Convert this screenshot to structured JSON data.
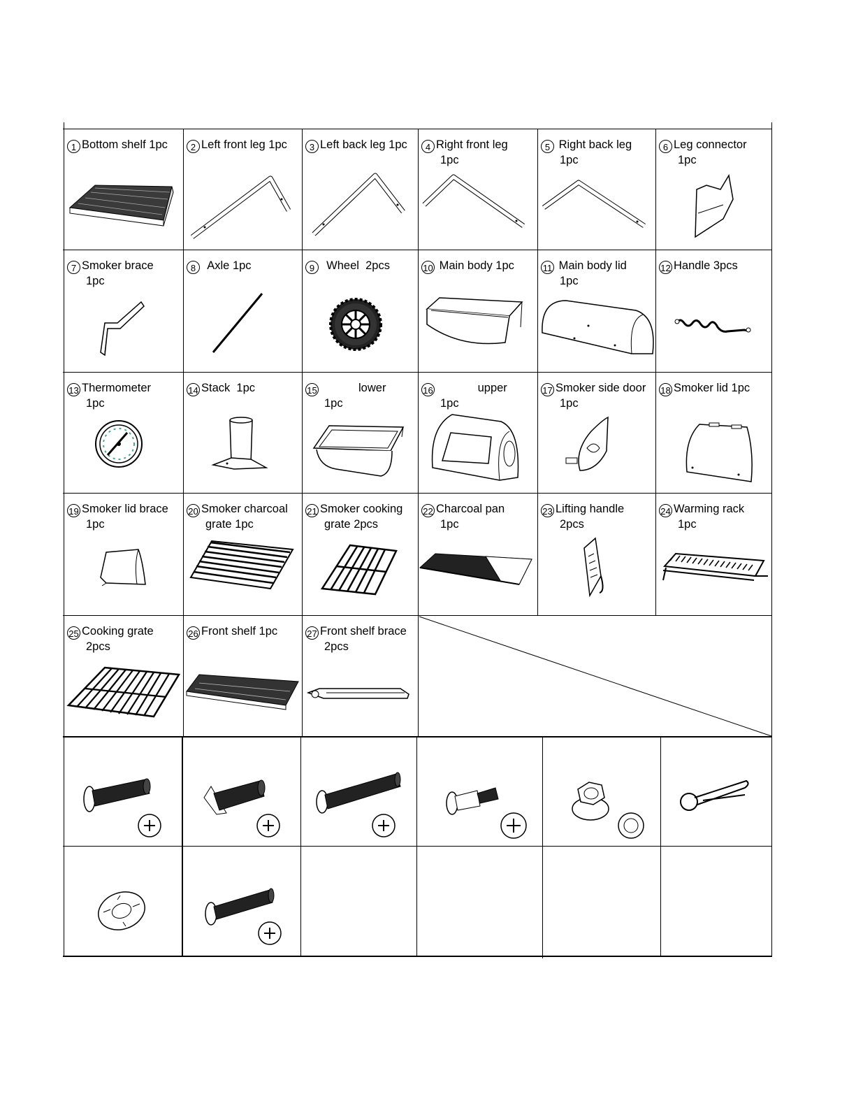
{
  "parts": [
    {
      "no": "1",
      "name": "Bottom shelf 1pc",
      "qty": "",
      "icon": "bottom-shelf-icon"
    },
    {
      "no": "2",
      "name": "Left front leg 1pc",
      "qty": "",
      "icon": "left-front-leg-icon"
    },
    {
      "no": "3",
      "name": "Left back leg 1pc",
      "qty": "",
      "icon": "left-back-leg-icon"
    },
    {
      "no": "4",
      "name": "Right front leg",
      "qty": "1pc",
      "icon": "right-front-leg-icon"
    },
    {
      "no": "5",
      "name": " Right back leg",
      "qty": "1pc",
      "icon": "right-back-leg-icon"
    },
    {
      "no": "6",
      "name": "Leg connector",
      "qty": "1pc",
      "icon": "leg-connector-icon"
    },
    {
      "no": "7",
      "name": "Smoker brace",
      "qty": "1pc",
      "icon": "smoker-brace-icon"
    },
    {
      "no": "8",
      "name": "  Axle 1pc",
      "qty": "",
      "icon": "axle-icon"
    },
    {
      "no": "9",
      "name": "  Wheel  2pcs",
      "qty": "",
      "icon": "wheel-icon"
    },
    {
      "no": "10",
      "name": " Main body 1pc",
      "qty": "",
      "icon": "main-body-icon"
    },
    {
      "no": "11",
      "name": " Main body lid",
      "qty": "1pc",
      "icon": "main-body-lid-icon"
    },
    {
      "no": "12",
      "name": "Handle 3pcs",
      "qty": "",
      "icon": "handle-icon"
    },
    {
      "no": "13",
      "name": "Thermometer",
      "qty": "1pc",
      "icon": "thermometer-icon"
    },
    {
      "no": "14",
      "name": "Stack  1pc",
      "qty": "",
      "icon": "stack-icon"
    },
    {
      "no": "15",
      "name": "            lower",
      "qty": "1pc",
      "icon": "smoker-lower-body-icon"
    },
    {
      "no": "16",
      "name": "             upper",
      "qty": "1pc",
      "icon": "smoker-upper-body-icon"
    },
    {
      "no": "17",
      "name": "Smoker side door",
      "qty": "1pc",
      "icon": "smoker-side-door-icon"
    },
    {
      "no": "18",
      "name": "Smoker lid 1pc",
      "qty": "",
      "icon": "smoker-lid-icon"
    },
    {
      "no": "19",
      "name": "Smoker lid brace",
      "qty": "1pc",
      "icon": "smoker-lid-brace-icon"
    },
    {
      "no": "20",
      "name": "Smoker charcoal",
      "qty": "grate  1pc",
      "icon": "smoker-charcoal-grate-icon"
    },
    {
      "no": "21",
      "name": "Smoker cooking",
      "qty": "grate  2pcs",
      "icon": "smoker-cooking-grate-icon"
    },
    {
      "no": "22",
      "name": "Charcoal pan",
      "qty": "1pc",
      "icon": "charcoal-pan-icon"
    },
    {
      "no": "23",
      "name": "Lifting handle",
      "qty": "2pcs",
      "icon": "lifting-handle-icon"
    },
    {
      "no": "24",
      "name": "Warming rack",
      "qty": "1pc",
      "icon": "warming-rack-icon"
    },
    {
      "no": "25",
      "name": "Cooking grate",
      "qty": "2pcs",
      "icon": "cooking-grate-icon"
    },
    {
      "no": "26",
      "name": "Front shelf 1pc",
      "qty": "",
      "icon": "front-shelf-icon"
    },
    {
      "no": "27",
      "name": "Front shelf brace",
      "qty": "2pcs",
      "icon": "front-shelf-brace-icon"
    }
  ],
  "hardware": [
    {
      "icon": "bolt-icon"
    },
    {
      "icon": "shoulder-bolt-icon"
    },
    {
      "icon": "long-bolt-icon"
    },
    {
      "icon": "step-bolt-icon"
    },
    {
      "icon": "nut-icon"
    },
    {
      "icon": "cotter-pin-icon"
    },
    {
      "icon": "washer-icon"
    },
    {
      "icon": "bolt-icon"
    },
    {
      "icon": ""
    },
    {
      "icon": ""
    },
    {
      "icon": ""
    },
    {
      "icon": ""
    }
  ]
}
